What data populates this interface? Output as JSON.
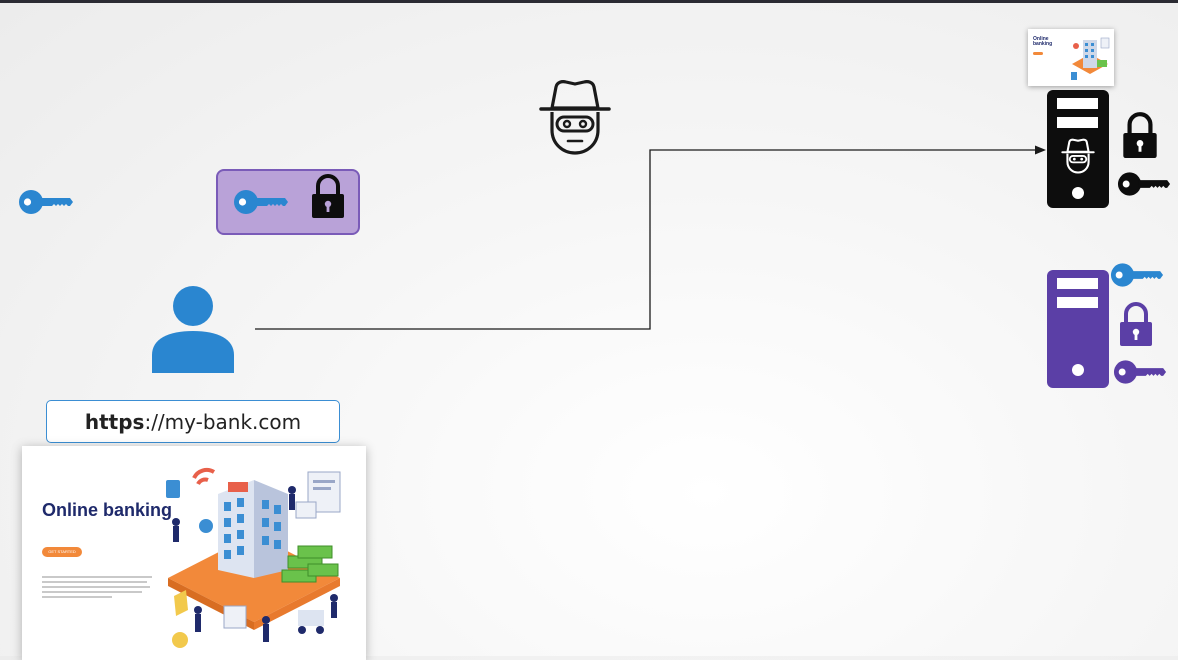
{
  "url_bar": {
    "scheme": "https",
    "rest": "://my-bank.com"
  },
  "bank_page": {
    "title": "Online banking",
    "button_text": "GET STARTED"
  },
  "mini_bank_page": {
    "title": "Online banking"
  },
  "colors": {
    "user_blue": "#2a86d0",
    "key_blue": "#2a86d0",
    "server_purple": "#5b3fa6",
    "lockbox_fill": "#b9a2d8",
    "lockbox_border": "#7a5bb8",
    "hacker_black": "#111111",
    "button_orange": "#f2893a",
    "bank_title": "#1f2a6b"
  },
  "icons": [
    "key-icon",
    "lock-icon",
    "user-icon",
    "hacker-icon",
    "server-icon",
    "arrow-head-icon"
  ]
}
